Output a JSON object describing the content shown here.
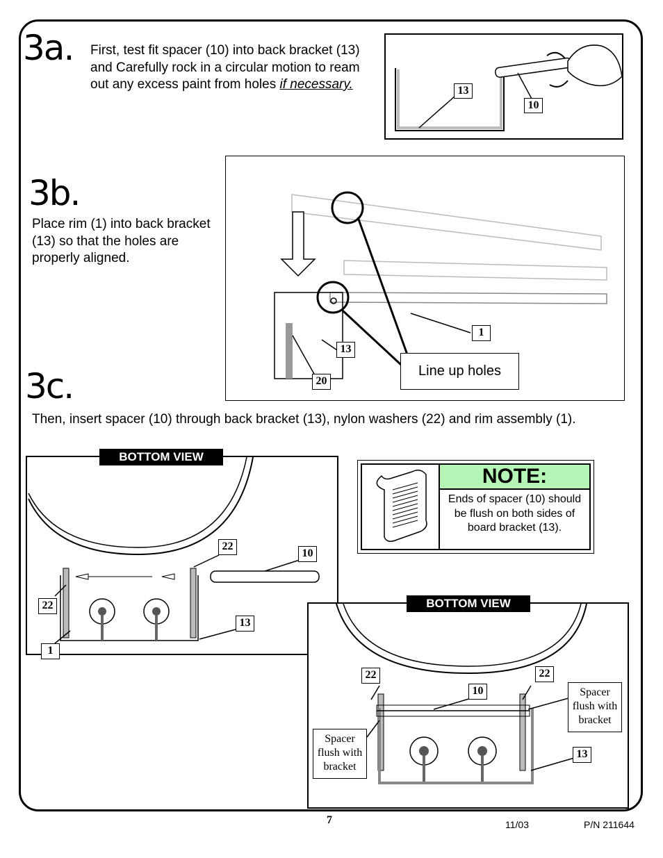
{
  "step3a": {
    "number": "3a.",
    "text_plain": "First, test fit spacer (10) into back bracket (13) and Carefully rock in a circular motion to ream out any excess paint from holes ",
    "text_emph": "if necessary.",
    "callouts": [
      "13",
      "10"
    ]
  },
  "step3b": {
    "number": "3b.",
    "text": "Place rim (1) into back bracket (13) so that the holes are properly aligned.",
    "callouts": [
      "1",
      "13",
      "20"
    ],
    "line_up_label": "Line up holes"
  },
  "step3c": {
    "number": "3c.",
    "text": "Then, insert spacer (10) through back bracket (13), nylon washers (22) and rim assembly (1)."
  },
  "bottom_view_1": {
    "title": "BOTTOM VIEW",
    "callouts": [
      "22",
      "10",
      "22",
      "13",
      "1"
    ]
  },
  "note": {
    "title": "NOTE:",
    "text": "Ends of spacer (10) should be flush on both sides of board bracket (13).",
    "title_bg": "#b5f5b5"
  },
  "bottom_view_2": {
    "title": "BOTTOM VIEW",
    "callouts": [
      "22",
      "22",
      "10",
      "13"
    ],
    "left_label": "Spacer flush with bracket",
    "right_label": "Spacer flush with bracket"
  },
  "footer": {
    "page": "7",
    "date": "11/03",
    "part_number": "P/N 211644"
  }
}
